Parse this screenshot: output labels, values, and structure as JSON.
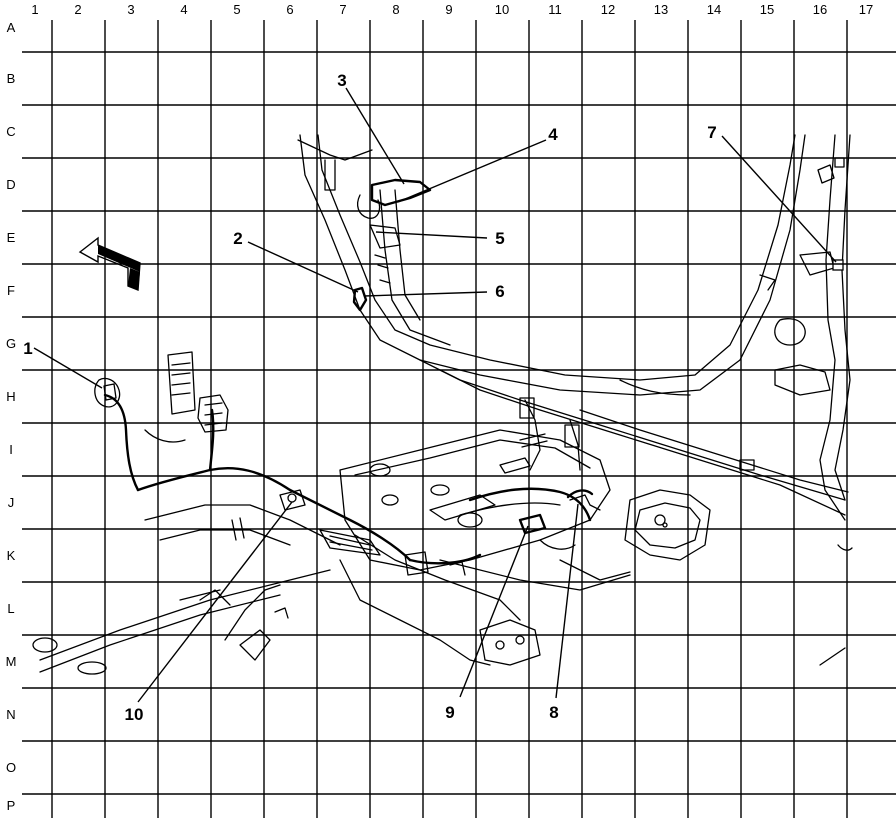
{
  "grid": {
    "columns": [
      "1",
      "2",
      "3",
      "4",
      "5",
      "6",
      "7",
      "8",
      "9",
      "10",
      "11",
      "12",
      "13",
      "14",
      "15",
      "16",
      "17"
    ],
    "rows": [
      "A",
      "B",
      "C",
      "D",
      "E",
      "F",
      "G",
      "H",
      "I",
      "J",
      "K",
      "L",
      "M",
      "N",
      "O",
      "P"
    ]
  },
  "callouts": [
    {
      "id": "c1",
      "label": "1"
    },
    {
      "id": "c2",
      "label": "2"
    },
    {
      "id": "c3",
      "label": "3"
    },
    {
      "id": "c4",
      "label": "4"
    },
    {
      "id": "c5",
      "label": "5"
    },
    {
      "id": "c6",
      "label": "6"
    },
    {
      "id": "c7",
      "label": "7"
    },
    {
      "id": "c8",
      "label": "8"
    },
    {
      "id": "c9",
      "label": "9"
    },
    {
      "id": "c10",
      "label": "10"
    }
  ]
}
